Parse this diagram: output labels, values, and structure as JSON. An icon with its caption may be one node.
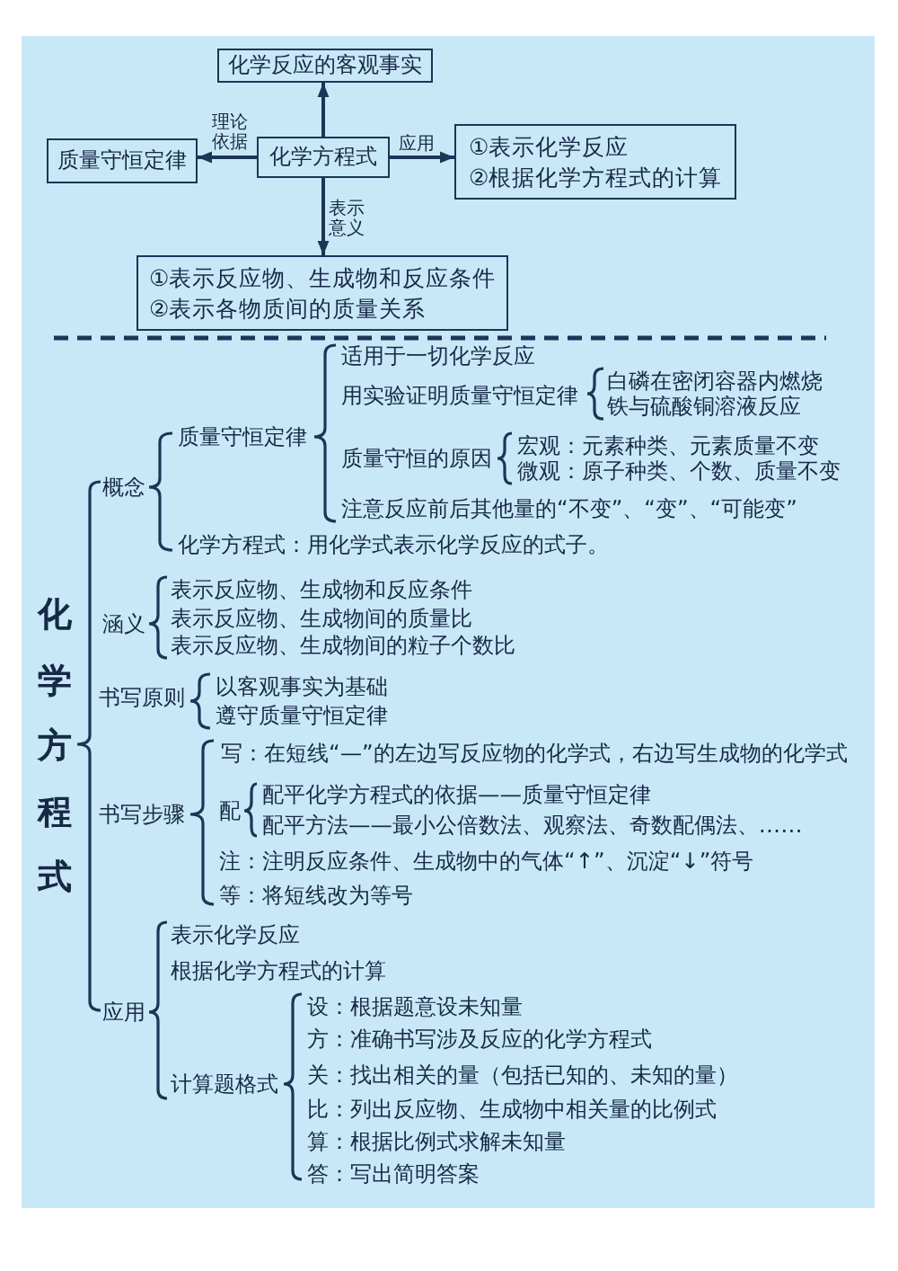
{
  "diagram": {
    "nodes": [
      {
        "text": [
          "化学反应的客观事实"
        ]
      },
      {
        "text": [
          "质量守恒定律"
        ]
      },
      {
        "text": [
          "化学方程式"
        ]
      },
      {
        "text": [
          "①表示化学反应",
          "②根据化学方程式的计算"
        ]
      },
      {
        "text": [
          "①表示反应物、生成物和反应条件",
          "②表示各物质间的质量关系"
        ]
      }
    ],
    "edges": [
      {
        "from": 2,
        "to": 0,
        "arrow": "to"
      },
      {
        "from": 2,
        "to": 1,
        "arrow": "to",
        "label": "理论依据"
      },
      {
        "from": 2,
        "to": 3,
        "arrow": "to",
        "label": "应用"
      },
      {
        "from": 2,
        "to": 4,
        "arrow": "to",
        "label": "表示意义"
      }
    ],
    "labels": [
      "化学方程式",
      "概念",
      "质量守恒定律",
      "适用于一切化学反应",
      "用实验证明质量守恒定律",
      "白磷在密闭容器内燃烧",
      "铁与硫酸铜溶液反应",
      "质量守恒的原因",
      "宏观：元素种类、元素质量不变",
      "微观：原子种类、个数、质量不变",
      "注意反应前后其他量的“不变”、“变”、“可能变”",
      "化学方程式：用化学式表示化学反应的式子。",
      "涵义",
      "表示反应物、生成物和反应条件",
      "表示反应物、生成物间的质量比",
      "表示反应物、生成物间的粒子个数比",
      "书写原则",
      "以客观事实为基础",
      "遵守质量守恒定律",
      "书写步骤",
      "写：在短线“—”的左边写反应物的化学式，右边写生成物的化学式",
      "配",
      "配平化学方程式的依据——质量守恒定律",
      "配平方法——最小公倍数法、观察法、奇数配偶法、……",
      "注：注明反应条件、生成物中的气体“↑”、沉淀“↓”符号",
      "等：将短线改为等号",
      "应用",
      "表示化学反应",
      "根据化学方程式的计算",
      "计算题格式",
      "设：根据题意设未知量",
      "方：准确书写涉及反应的化学方程式",
      "关：找出相关的量（包括已知的、未知的量）",
      "比：列出反应物、生成物中相关量的比例式",
      "算：根据比例式求解未知量",
      "答：写出简明答案"
    ]
  }
}
